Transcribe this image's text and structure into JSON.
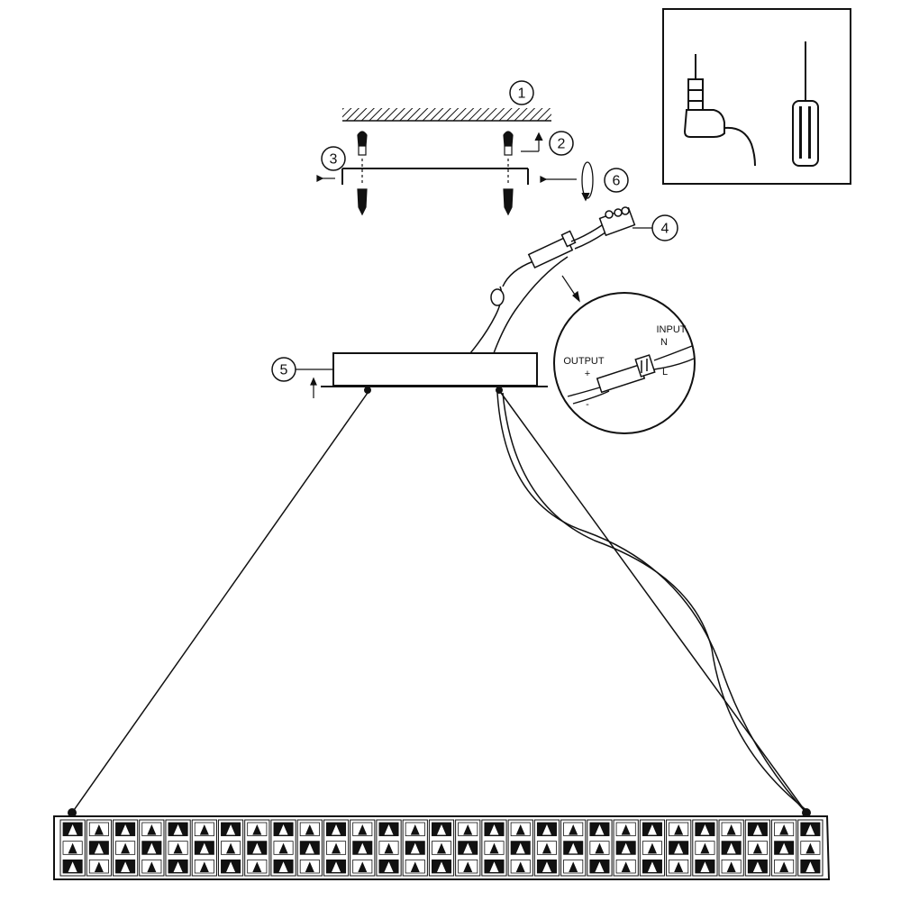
{
  "callouts": {
    "c1": "1",
    "c2": "2",
    "c3": "3",
    "c4": "4",
    "c5": "5",
    "c6": "6"
  },
  "wiring_detail": {
    "input_label": "INPUT",
    "n_label": "N",
    "l_label": "L",
    "output_label": "OUTPUT",
    "plus_label": "+",
    "minus_label": "-"
  },
  "tools": [
    "drill-icon",
    "screwdriver-icon"
  ],
  "colors": {
    "line": "#111111",
    "background": "#ffffff"
  }
}
